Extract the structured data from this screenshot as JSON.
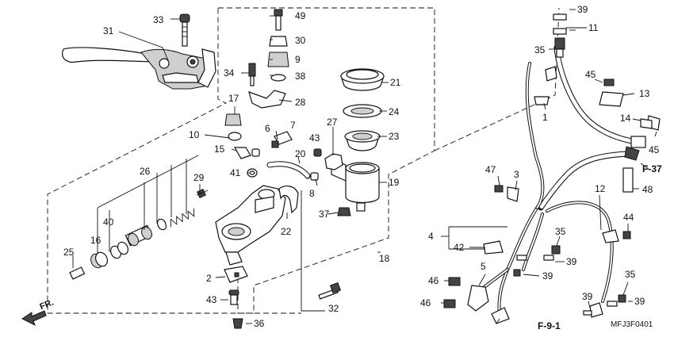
{
  "callouts": [
    "33",
    "31",
    "49",
    "30",
    "9",
    "38",
    "34",
    "28",
    "21",
    "24",
    "23",
    "19",
    "27",
    "43",
    "17",
    "10",
    "6",
    "7",
    "15",
    "20",
    "41",
    "8",
    "29",
    "26",
    "40",
    "16",
    "25",
    "22",
    "2",
    "43",
    "36",
    "32",
    "18",
    "37",
    "39",
    "11",
    "35",
    "45",
    "13",
    "1",
    "14",
    "45",
    "47",
    "3",
    "12",
    "44",
    "4",
    "42",
    "35",
    "39",
    "5",
    "39",
    "46",
    "46",
    "39",
    "35",
    "39",
    "48"
  ],
  "refs": {
    "f37": "F-37",
    "f91": "F-9-1",
    "front": "FR."
  },
  "diagram_code": "MFJ3F0401"
}
